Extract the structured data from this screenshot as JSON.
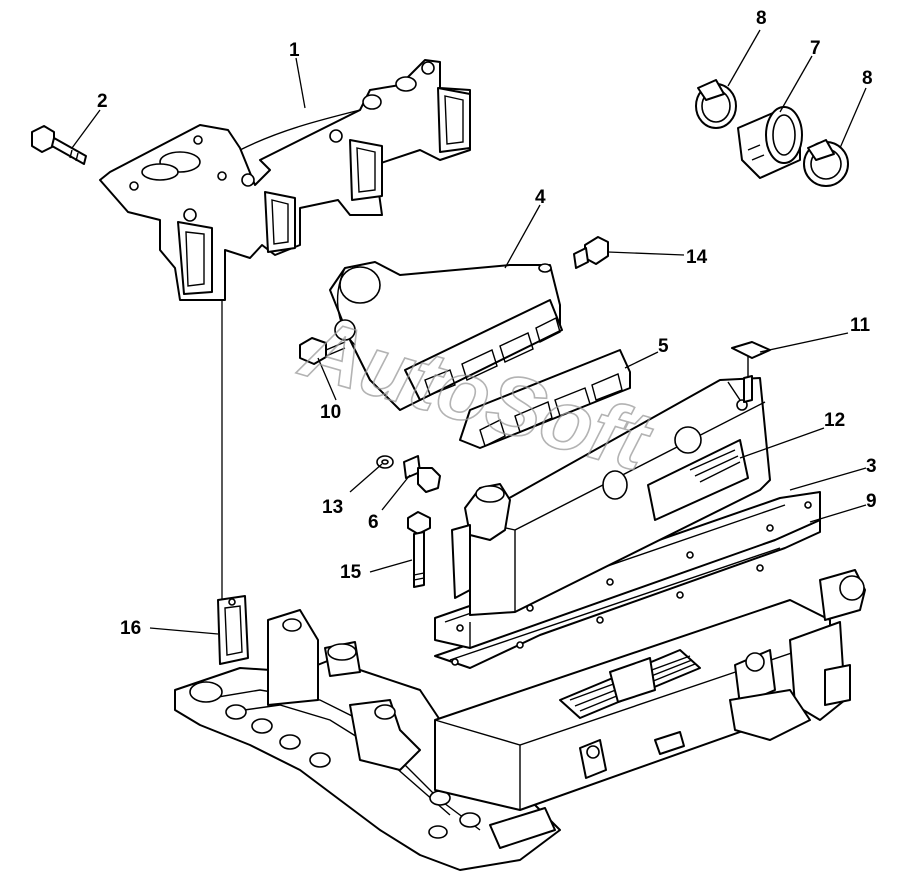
{
  "watermark": "AutoSoft",
  "callouts": [
    {
      "id": "1",
      "label": "1"
    },
    {
      "id": "2",
      "label": "2"
    },
    {
      "id": "3",
      "label": "3"
    },
    {
      "id": "4",
      "label": "4"
    },
    {
      "id": "5",
      "label": "5"
    },
    {
      "id": "6",
      "label": "6"
    },
    {
      "id": "7",
      "label": "7"
    },
    {
      "id": "8a",
      "label": "8"
    },
    {
      "id": "8b",
      "label": "8"
    },
    {
      "id": "9",
      "label": "9"
    },
    {
      "id": "10",
      "label": "10"
    },
    {
      "id": "11",
      "label": "11"
    },
    {
      "id": "12",
      "label": "12"
    },
    {
      "id": "13",
      "label": "13"
    },
    {
      "id": "14",
      "label": "14"
    },
    {
      "id": "15",
      "label": "15"
    },
    {
      "id": "16",
      "label": "16"
    }
  ]
}
